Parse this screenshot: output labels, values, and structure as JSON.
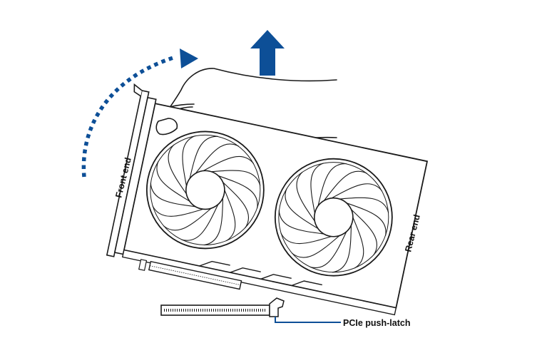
{
  "labels": {
    "front_end": "Front end",
    "rear_end": "Rear end",
    "latch": "PCIe push-latch"
  },
  "colors": {
    "accent": "#0d4f97",
    "line": "#1a1a1a",
    "background": "#ffffff"
  },
  "icons": {
    "lift_arrow": "arrow-up-icon",
    "tilt_arrow": "curved-dotted-arrow-icon"
  }
}
